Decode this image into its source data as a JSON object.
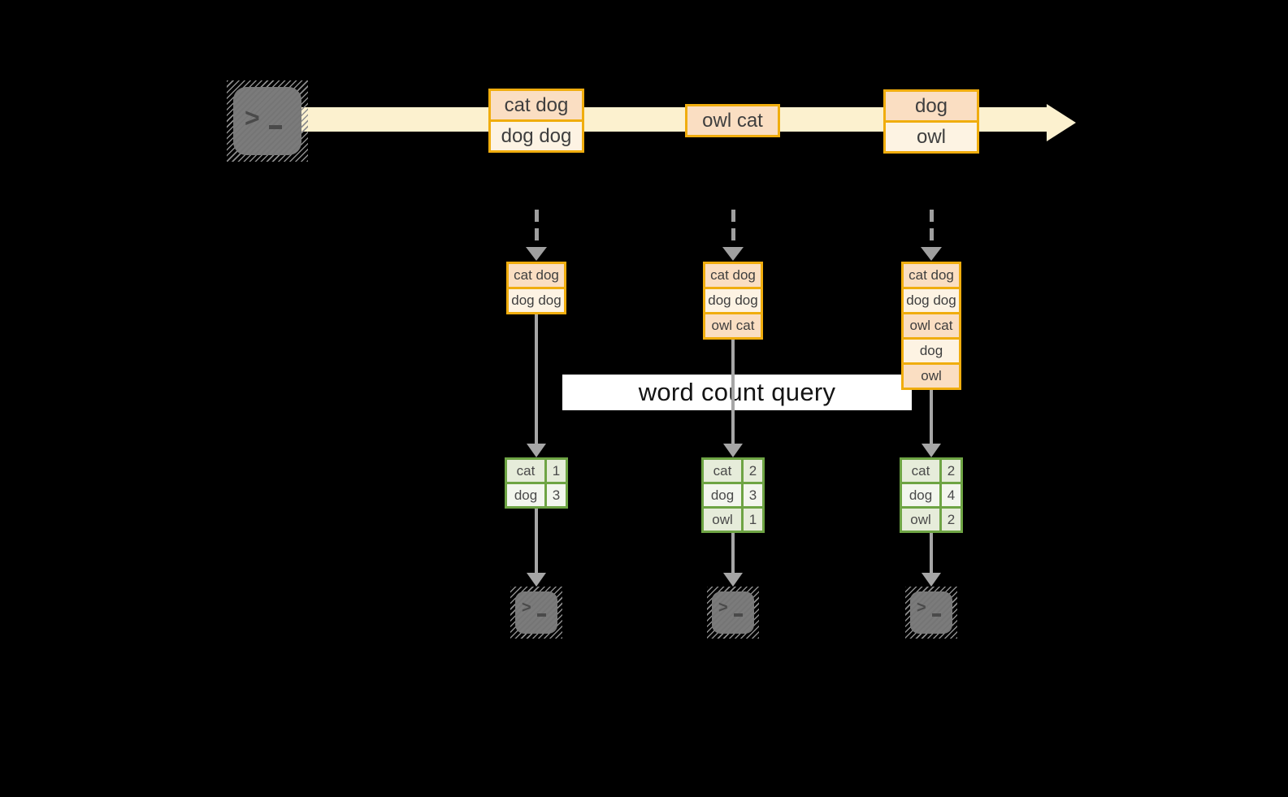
{
  "query_label": "word count query",
  "icons": {
    "prompt_chevron": ">",
    "source_icon": "terminal-icon",
    "sink_icon": "terminal-icon"
  },
  "colors": {
    "background": "#000000",
    "stream_band": "#fcf1cf",
    "amber_border": "#f0ad0e",
    "cell_dark": "#fadec2",
    "cell_light": "#fdf3e3",
    "green_border": "#6ea444",
    "green_row_dark": "#e6ecda",
    "green_row_light": "#f3f6ee",
    "arrow_gray": "#a6a6a6",
    "terminal_gray": "#7b7b7b",
    "label_bg": "#ffffff"
  },
  "stream": {
    "batches": [
      {
        "items": [
          "cat dog",
          "dog dog"
        ]
      },
      {
        "items": [
          "owl cat"
        ]
      },
      {
        "items": [
          "dog",
          "owl"
        ]
      }
    ]
  },
  "states": [
    {
      "items": [
        "cat dog",
        "dog dog"
      ]
    },
    {
      "items": [
        "cat dog",
        "dog dog",
        "owl cat"
      ]
    },
    {
      "items": [
        "cat dog",
        "dog dog",
        "owl cat",
        "dog",
        "owl"
      ]
    }
  ],
  "tables": [
    {
      "rows": [
        {
          "word": "cat",
          "count": "1"
        },
        {
          "word": "dog",
          "count": "3"
        }
      ]
    },
    {
      "rows": [
        {
          "word": "cat",
          "count": "2"
        },
        {
          "word": "dog",
          "count": "3"
        },
        {
          "word": "owl",
          "count": "1"
        }
      ]
    },
    {
      "rows": [
        {
          "word": "cat",
          "count": "2"
        },
        {
          "word": "dog",
          "count": "4"
        },
        {
          "word": "owl",
          "count": "2"
        }
      ]
    }
  ]
}
